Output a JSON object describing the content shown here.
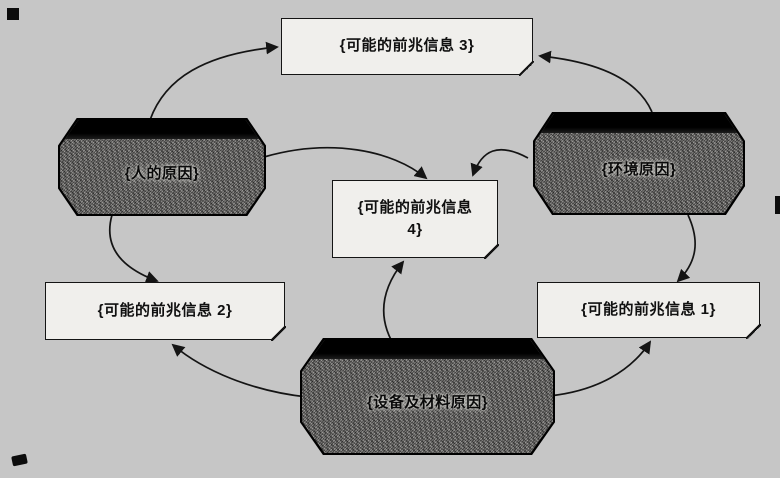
{
  "figure": {
    "background_color": "#c6c6c6",
    "paper_color": "#f0efec",
    "ink_color": "#141414",
    "type": "cause-precursor-diagram"
  },
  "nodes": {
    "info3": {
      "label": "{可能的前兆信息 3}",
      "shape": "note"
    },
    "info4": {
      "label": "{可能的前兆信息 4}",
      "shape": "note"
    },
    "info2": {
      "label": "{可能的前兆信息 2}",
      "shape": "note"
    },
    "info1": {
      "label": "{可能的前兆信息 1}",
      "shape": "note"
    },
    "human": {
      "label": "{人的原因}",
      "shape": "shaded-card"
    },
    "env": {
      "label": "{环境原因}",
      "shape": "shaded-card"
    },
    "equipment": {
      "label": "{设备及材料原因}",
      "shape": "shaded-card"
    }
  },
  "edges": [
    {
      "from": "human",
      "to": "info3"
    },
    {
      "from": "env",
      "to": "info3"
    },
    {
      "from": "human",
      "to": "info4"
    },
    {
      "from": "env",
      "to": "info4"
    },
    {
      "from": "equipment",
      "to": "info4"
    },
    {
      "from": "human",
      "to": "info2"
    },
    {
      "from": "equipment",
      "to": "info2"
    },
    {
      "from": "env",
      "to": "info1"
    },
    {
      "from": "equipment",
      "to": "info1"
    }
  ]
}
